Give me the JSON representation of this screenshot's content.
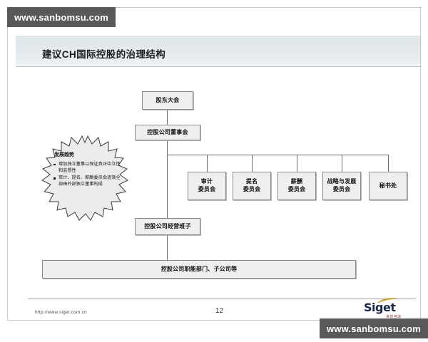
{
  "watermarks": {
    "top": "www.sanbomsu.com",
    "bottom": "www.sanbomsu.com"
  },
  "header": {
    "title": "建议CH国际控股的治理结构",
    "band_color": "#e2e8ec"
  },
  "org_chart": {
    "nodes": [
      {
        "id": "shareholders",
        "label": "股东大会"
      },
      {
        "id": "board",
        "label": "控股公司董事会"
      },
      {
        "id": "audit",
        "label": "审计\n委员会",
        "line1": "审计",
        "line2": "委员会"
      },
      {
        "id": "nomination",
        "label": "提名\n委员会",
        "line1": "提名",
        "line2": "委员会"
      },
      {
        "id": "remuneration",
        "label": "薪酬\n委员会",
        "line1": "薪酬",
        "line2": "委员会"
      },
      {
        "id": "strategy",
        "label": "战略与发展\n委员会",
        "line1": "战略与发展",
        "line2": "委员会"
      },
      {
        "id": "secretariat",
        "label": "秘书处",
        "line1": "秘书处",
        "line2": ""
      },
      {
        "id": "management",
        "label": "控股公司经营班子"
      },
      {
        "id": "departments",
        "label": "控股公司职能部门、子公司等"
      }
    ],
    "box_fill": "#efefef",
    "box_border": "#8a8a8a",
    "connector_color": "#6b6b6b"
  },
  "callout": {
    "title": "发展趋势",
    "bullets": [
      "增加独立董事以保证真正中立性和监督性",
      "审计、提名、薪酬委员会逐渐全部由外部独立董事构成"
    ]
  },
  "footer": {
    "url": "http://www.siget.com.cn",
    "page_number": "12",
    "logo_text": "Siget",
    "logo_subtext": "世普咨询"
  }
}
